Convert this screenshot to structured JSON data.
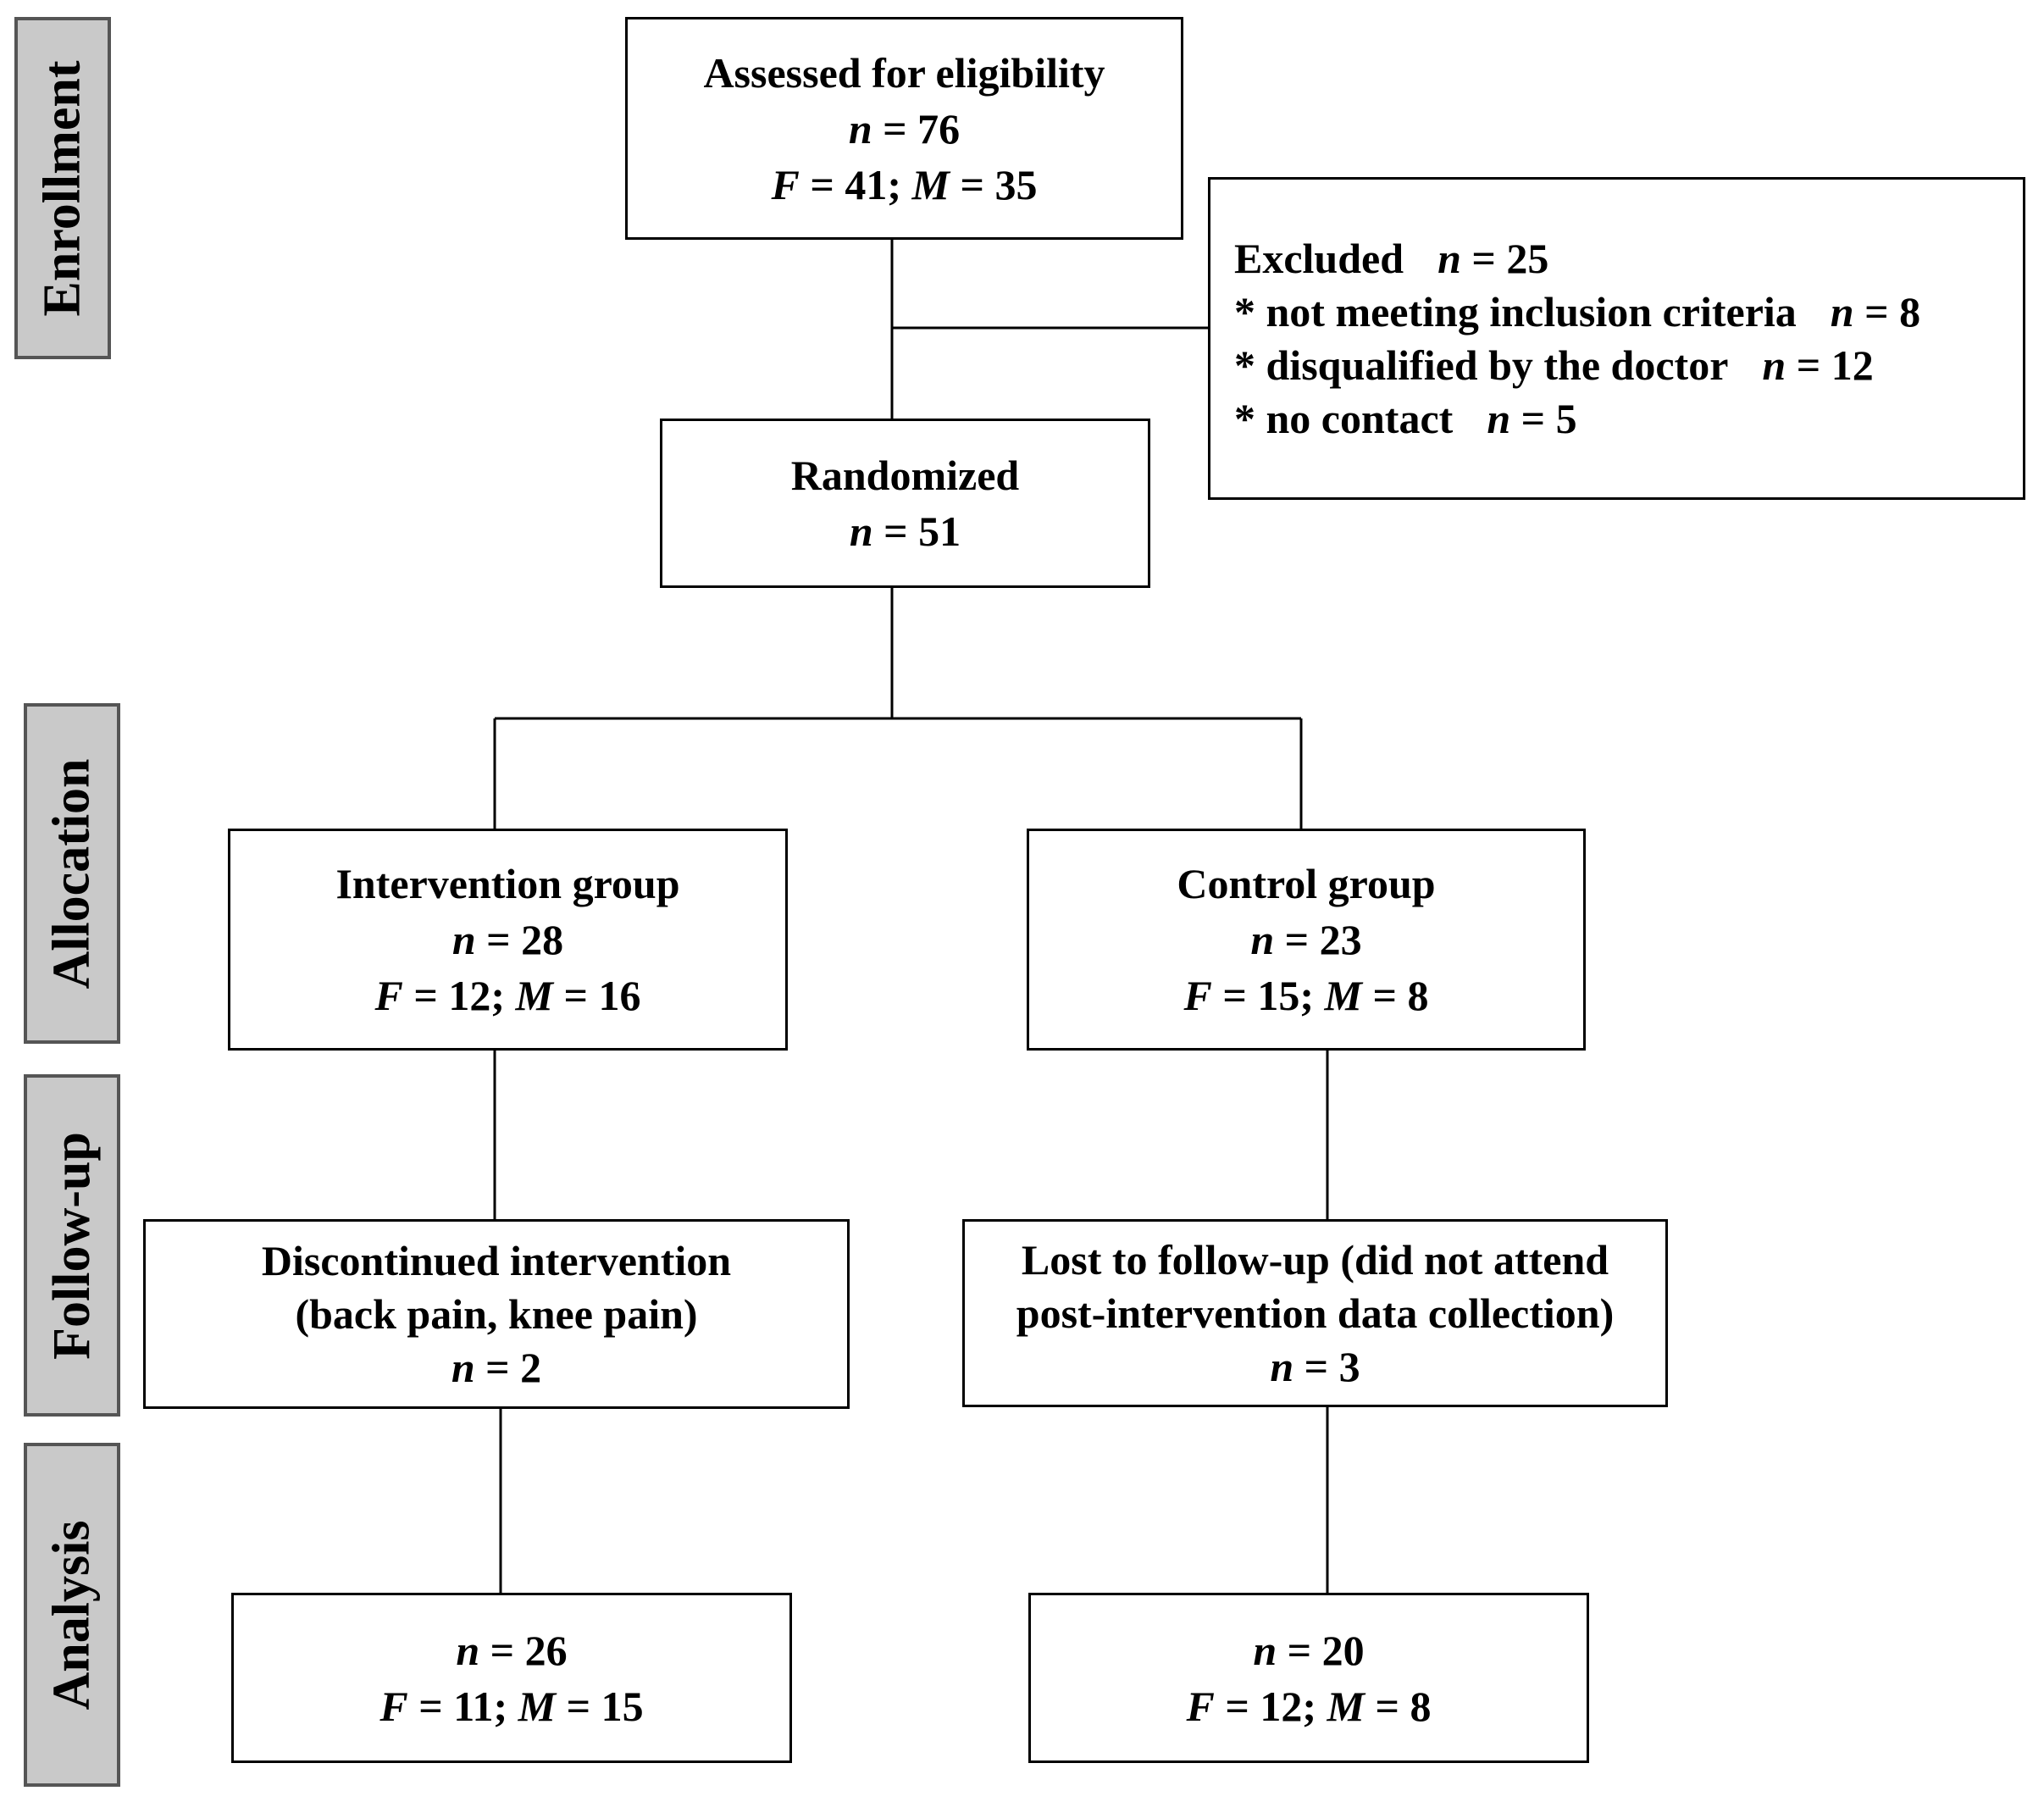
{
  "stages": {
    "enrollment": "Enrollment",
    "allocation": "Allocation",
    "follow_up": "Follow-up",
    "analysis": "Analysis"
  },
  "eligibility": {
    "title": "Assessed for eligibility",
    "n_label": "n",
    "n_value": "= 76",
    "f_label": "F",
    "f_value": "= 41;",
    "m_label": "M",
    "m_value": "= 35"
  },
  "excluded": {
    "title": "Excluded",
    "n_label": "n",
    "n_value": "= 25",
    "reasons": [
      {
        "text": "* not meeting inclusion criteria",
        "n_label": "n",
        "n_value": "= 8"
      },
      {
        "text": "* disqualified by the doctor",
        "n_label": "n",
        "n_value": "= 12"
      },
      {
        "text": "* no contact",
        "n_label": "n",
        "n_value": "= 5"
      }
    ]
  },
  "randomized": {
    "title": "Randomized",
    "n_label": "n",
    "n_value": "= 51"
  },
  "intervention": {
    "title": "Intervention group",
    "n_label": "n",
    "n_value": "= 28",
    "f_label": "F",
    "f_value": "= 12;",
    "m_label": "M",
    "m_value": "= 16"
  },
  "control": {
    "title": "Control group",
    "n_label": "n",
    "n_value": "= 23",
    "f_label": "F",
    "f_value": "= 15;",
    "m_label": "M",
    "m_value": "= 8"
  },
  "discontinued": {
    "line1": "Discontinued intervention",
    "line2": "(back pain, knee pain)",
    "n_label": "n",
    "n_value": "= 2"
  },
  "lost": {
    "line1": "Lost to follow-up (did not attend",
    "line2": "post-intervention data collection)",
    "n_label": "n",
    "n_value": "= 3"
  },
  "analysis_intervention": {
    "n_label": "n",
    "n_value": "= 26",
    "f_label": "F",
    "f_value": "= 11;",
    "m_label": "M",
    "m_value": "= 15"
  },
  "analysis_control": {
    "n_label": "n",
    "n_value": "= 20",
    "f_label": "F",
    "f_value": "= 12;",
    "m_label": "M",
    "m_value": "= 8"
  }
}
